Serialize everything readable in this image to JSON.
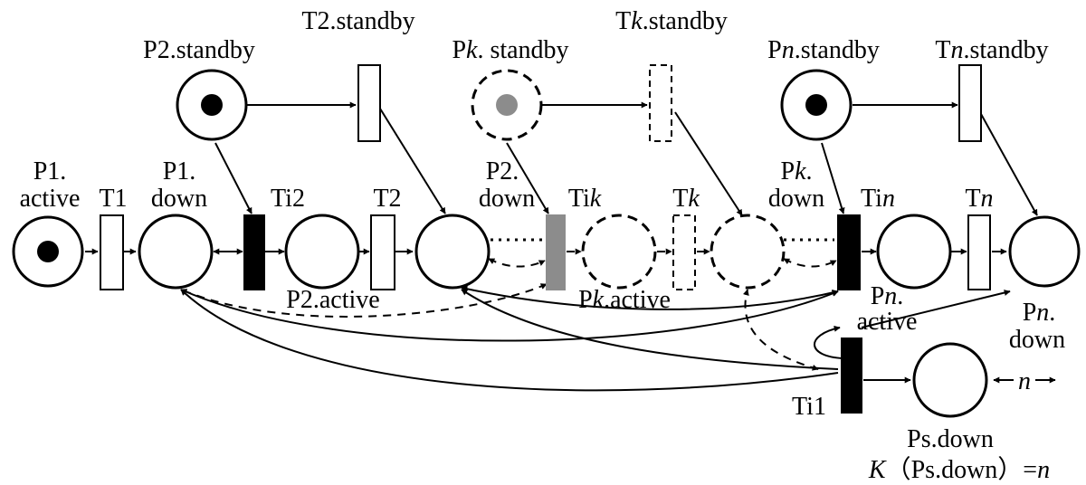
{
  "places": {
    "p1_active": {
      "line1": "P1.",
      "line2": "active",
      "token": "black"
    },
    "p1_down": {
      "line1": "P1.",
      "line2": "down"
    },
    "p2_standby": {
      "pre": "P2.standby",
      "token": "black"
    },
    "p2_active": {
      "pre": "P2.active"
    },
    "p2_down": {
      "line1": "P2.",
      "line2": "down"
    },
    "pk_standby": {
      "pre": "P",
      "var": "k",
      "post": ". standby",
      "token": "grey"
    },
    "pk_active": {
      "pre": "P",
      "var": "k",
      "post": ".active"
    },
    "pk_down": {
      "line1_pre": "P",
      "line1_var": "k",
      "line1_post": ".",
      "line2": "down"
    },
    "pn_standby": {
      "pre": "P",
      "var": "n",
      "post": ".standby",
      "token": "black"
    },
    "pn_active": {
      "line1_pre": "P",
      "line1_var": "n",
      "line1_post": ".",
      "line2": "active"
    },
    "pn_down": {
      "line1_pre": "P",
      "line1_var": "n",
      "line1_post": ".",
      "line2": "down"
    },
    "ps_down": {
      "label": "Ps.down",
      "capacity_var": "K",
      "capacity_body": "（Ps.down）=",
      "capacity_value": "n",
      "marker": "n"
    }
  },
  "transitions": {
    "t1": {
      "label": "T1"
    },
    "ti2": {
      "label": "Ti2"
    },
    "t2": {
      "label": "T2"
    },
    "t2_standby": {
      "label": "T2.standby"
    },
    "tik": {
      "pre": "Ti",
      "var": "k"
    },
    "tk": {
      "pre": "T",
      "var": "k"
    },
    "tk_standby": {
      "pre": "T",
      "var": "k",
      "post": ".standby"
    },
    "tin": {
      "pre": "Ti",
      "var": "n"
    },
    "tn": {
      "pre": "T",
      "var": "n"
    },
    "tn_standby": {
      "pre": "T",
      "var": "n",
      "post": ".standby"
    },
    "ti1": {
      "label": "Ti1"
    }
  },
  "colors": {
    "stroke": "#000000",
    "token_black": "#000000",
    "token_grey": "#8c8c8c",
    "background": "#ffffff"
  }
}
